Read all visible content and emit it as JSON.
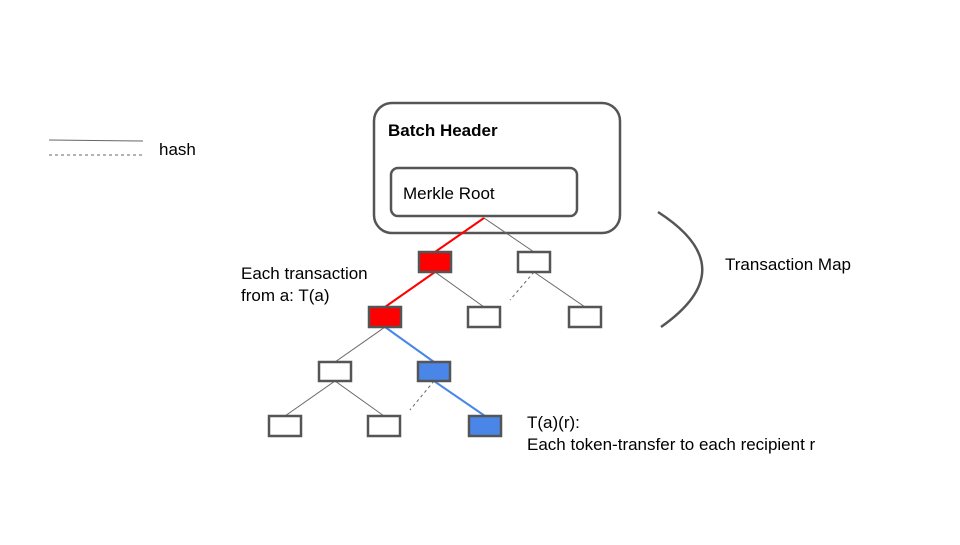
{
  "legend": {
    "label": "hash"
  },
  "header": {
    "title": "Batch Header",
    "merkle_root": "Merkle Root"
  },
  "labels": {
    "transaction_map": "Transaction Map",
    "each_transaction_line1": "Each transaction",
    "each_transaction_line2": "from a: T(a)",
    "token_transfer_line1": "T(a)(r):",
    "token_transfer_line2": "Each token-transfer to each recipient r"
  },
  "colors": {
    "outline": "#555555",
    "edge": "#666666",
    "red_path": "#ff0000",
    "blue_path": "#4a86e8",
    "red_node": "#ff0000",
    "blue_node": "#4a86e8",
    "white_node": "#ffffff"
  }
}
